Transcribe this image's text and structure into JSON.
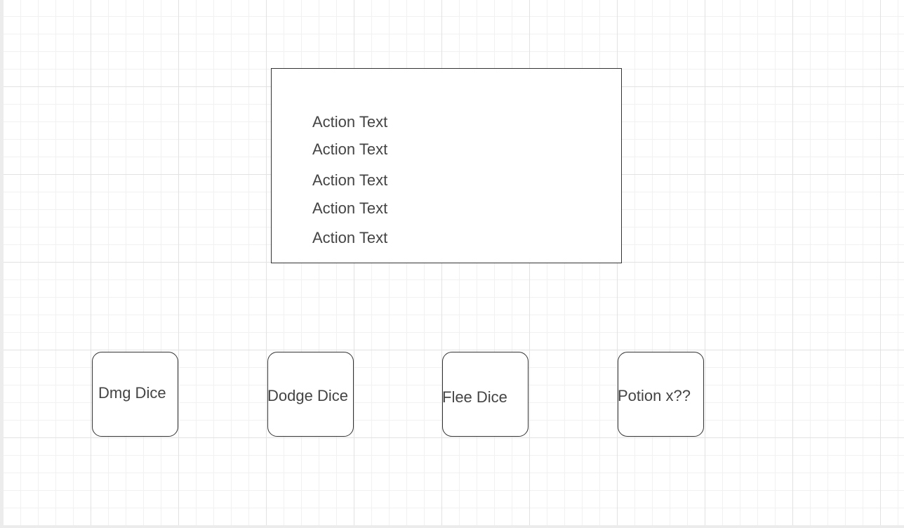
{
  "action_panel": {
    "lines": [
      "Action Text",
      "Action Text",
      "Action Text",
      "Action Text",
      "Action Text"
    ]
  },
  "dice_buttons": {
    "damage": "Dmg Dice",
    "dodge": "Dodge Dice",
    "flee": "Flee Dice",
    "potion": "Potion x??"
  },
  "colors": {
    "stroke": "#333333",
    "text": "#444444",
    "grid_major": "#e2e2e2",
    "grid_minor": "#f1f1f1"
  }
}
